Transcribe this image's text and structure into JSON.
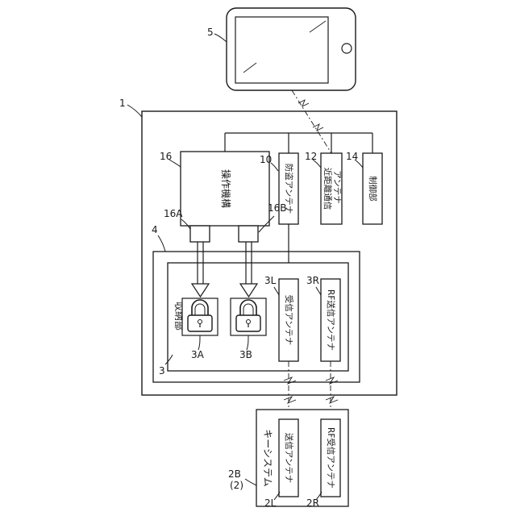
{
  "refs": {
    "tablet": "5",
    "device": "1",
    "mechanism": "16",
    "anti_theft": "10",
    "short_range": "12",
    "controller": "14",
    "out_left": "16A",
    "out_right": "16B",
    "housing": "4",
    "storage": "3",
    "lock_left": "3A",
    "lock_right": "3B",
    "recv_antenna": "3L",
    "rf_tx_antenna": "3R",
    "key_system": "2B",
    "key_system_sub": "(2)",
    "key_tx": "2L",
    "key_rf_rx": "2R"
  },
  "labels": {
    "mechanism": "操作機構",
    "anti_theft": "防盗アンテナ",
    "short_range_1": "近距離通信",
    "short_range_2": "アンテナ",
    "controller": "制御部",
    "storage": "収納部",
    "recv_antenna": "受信アンテナ",
    "rf_tx_antenna": "RF送信アンテナ",
    "key_system": "キーシステム",
    "key_tx": "送信アンテナ",
    "key_rf_rx": "RF受信アンテナ"
  },
  "colors": {
    "line": "#1a1a1a",
    "background": "#ffffff"
  },
  "icons": [
    "padlock-icon",
    "padlock-icon"
  ]
}
